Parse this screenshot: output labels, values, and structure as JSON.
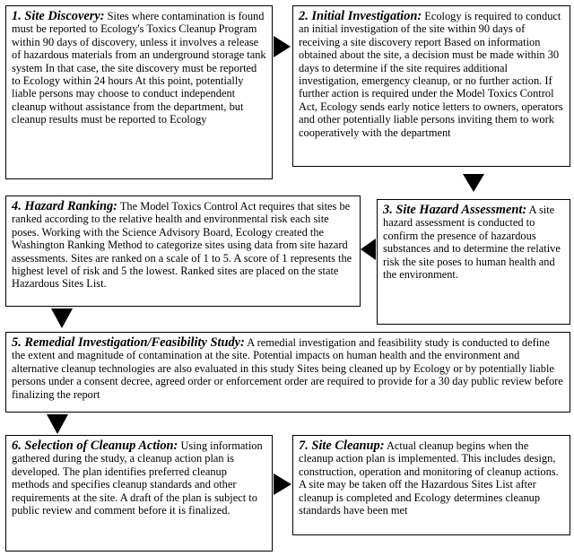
{
  "steps": [
    {
      "heading": "1. Site Discovery:",
      "text": "Sites where contamination is found must be reported to Ecology's Toxics Cleanup Program within 90 days of discovery, unless it involves a release of hazardous materials from an underground storage tank system  In that case, the site discovery must be reported to Ecology within 24 hours  At this point, potentially liable persons may choose to conduct independent cleanup without assistance from the department, but cleanup results must be reported to Ecology"
    },
    {
      "heading": "2. Initial Investigation:",
      "text": "Ecology is required to conduct an initial investigation of the site within 90 days of receiving a site discovery report  Based on information obtained about the site, a decision must be made within 30 days to determine if the site requires additional investigation, emergency cleanup, or no further action.  If further action is required under the Model Toxics Control Act, Ecology sends early notice letters to owners, operators and other potentially liable persons inviting them to work cooperatively with the department"
    },
    {
      "heading": "3. Site Hazard Assessment:",
      "text": "A site hazard assessment is conducted to confirm the presence of hazardous substances and to determine the relative risk the site poses to human health and the environment."
    },
    {
      "heading": "4. Hazard Ranking:",
      "text": "The Model Toxics Control Act requires that sites be ranked according to the relative health and environmental risk each site poses.  Working with the Science Advisory Board, Ecology created the Washington Ranking Method to categorize sites using data from site hazard assessments.  Sites are ranked on a scale of 1 to 5.  A score of 1 represents the highest level of risk and 5 the lowest. Ranked sites are placed on the state Hazardous Sites List."
    },
    {
      "heading": "5. Remedial Investigation/Feasibility Study:",
      "text": "A remedial investigation and feasibility study is conducted to define the extent and magnitude of contamination at the site.  Potential impacts on human health and the environment and alternative cleanup technologies are also evaluated in this study  Sites being cleaned up by Ecology or by potentially liable persons under a consent decree, agreed order or enforcement order are required to provide for a 30 day public review before finalizing the report"
    },
    {
      "heading": "6. Selection of Cleanup Action:",
      "text": "Using information gathered during the study, a cleanup action plan is developed.  The plan identifies preferred cleanup methods and specifies cleanup standards and other requirements at the site.  A draft of the plan is subject to public review and comment before it is finalized."
    },
    {
      "heading": "7. Site Cleanup:",
      "text": "Actual cleanup begins when the cleanup action plan is implemented.  This includes design, construction, operation and monitoring of cleanup actions.  A site may be taken off the Hazardous Sites List after cleanup is completed and Ecology determines cleanup standards have been met"
    }
  ],
  "colors": {
    "border": "#000000",
    "arrow": "#000000",
    "background": "#ffffff"
  },
  "arrows": [
    {
      "from": "step-1",
      "to": "step-2",
      "direction": "right"
    },
    {
      "from": "step-2",
      "to": "step-3",
      "direction": "down"
    },
    {
      "from": "step-3",
      "to": "step-4",
      "direction": "left"
    },
    {
      "from": "step-4",
      "to": "step-5",
      "direction": "down"
    },
    {
      "from": "step-5",
      "to": "step-6",
      "direction": "down"
    },
    {
      "from": "step-6",
      "to": "step-7",
      "direction": "right"
    }
  ]
}
